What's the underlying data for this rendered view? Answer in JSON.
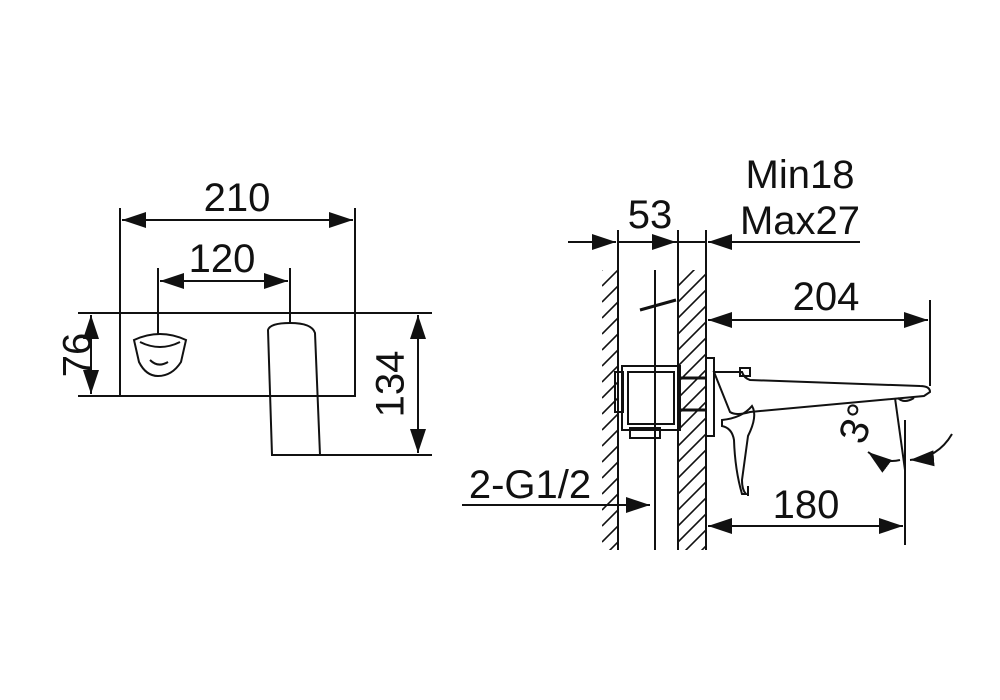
{
  "colors": {
    "line": "#111111",
    "background": "#ffffff"
  },
  "front_view": {
    "overall_width": "210",
    "center_distance": "120",
    "plate_height": "76",
    "total_height": "134"
  },
  "side_view": {
    "wall_depth": "53",
    "wall_range_min": "Min18",
    "wall_range_max": "Max27",
    "spout_projection": "204",
    "spout_reach": "180",
    "tilt_angle": "3°",
    "thread_spec": "2-G1/2"
  }
}
